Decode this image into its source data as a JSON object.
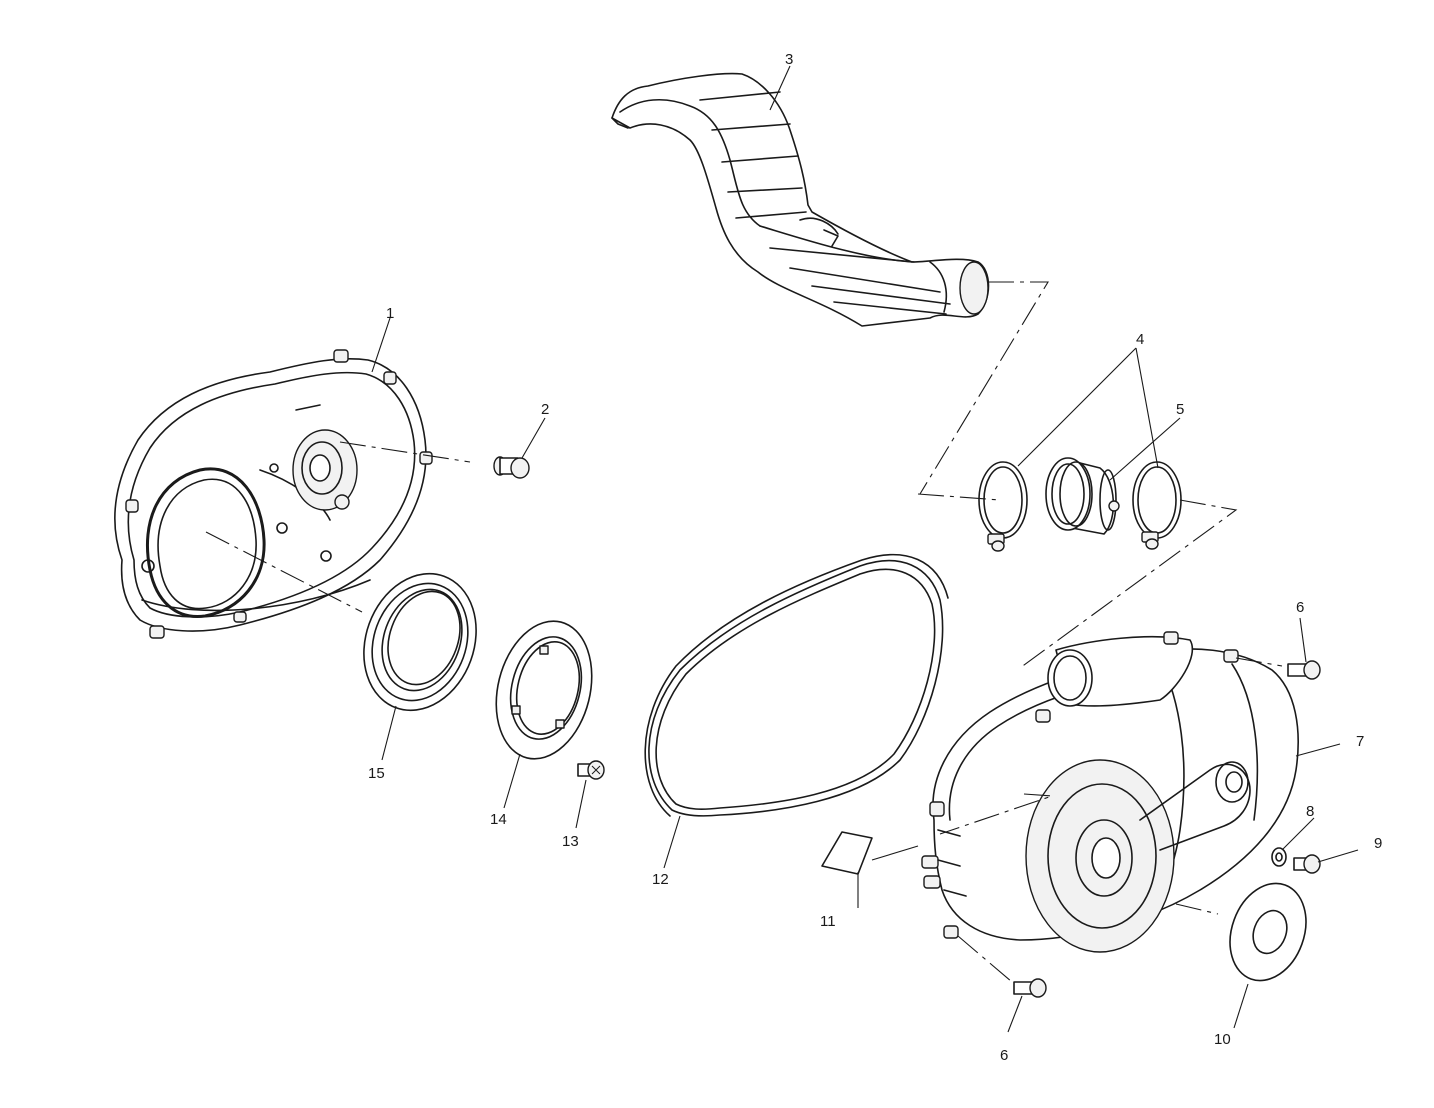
{
  "parts": [
    {
      "id": "p1",
      "label": "1"
    },
    {
      "id": "p2",
      "label": "2"
    },
    {
      "id": "p3",
      "label": "3"
    },
    {
      "id": "p4",
      "label": "4"
    },
    {
      "id": "p5",
      "label": "5"
    },
    {
      "id": "p6a",
      "label": "6"
    },
    {
      "id": "p6b",
      "label": "6"
    },
    {
      "id": "p7",
      "label": "7"
    },
    {
      "id": "p8",
      "label": "8"
    },
    {
      "id": "p9",
      "label": "9"
    },
    {
      "id": "p10",
      "label": "10"
    },
    {
      "id": "p11",
      "label": "11"
    },
    {
      "id": "p12",
      "label": "12"
    },
    {
      "id": "p13",
      "label": "13"
    },
    {
      "id": "p14",
      "label": "14"
    },
    {
      "id": "p15",
      "label": "15"
    }
  ]
}
